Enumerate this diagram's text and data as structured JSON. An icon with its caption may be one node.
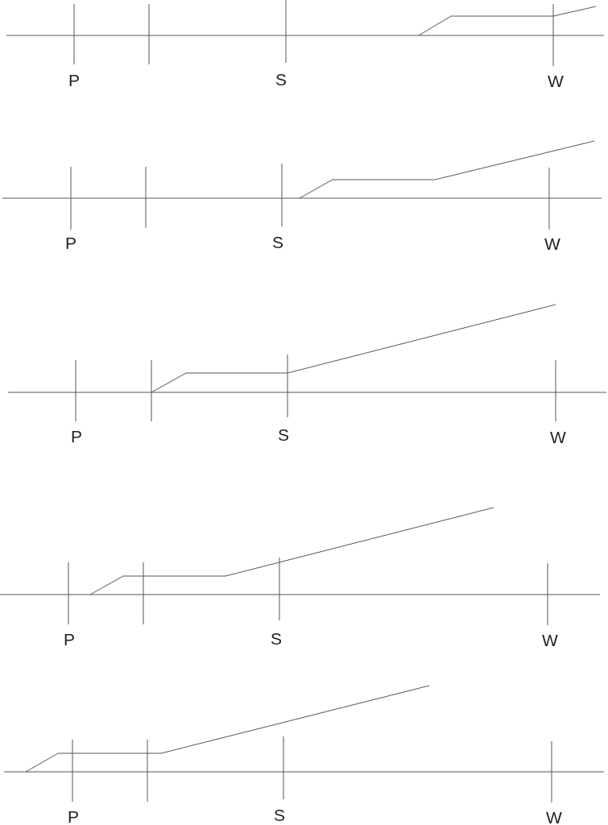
{
  "diagram": {
    "labels": [
      "P",
      "S",
      "W",
      "P",
      "S",
      "W",
      "P",
      "S",
      "W",
      "P",
      "S",
      "W",
      "P",
      "S",
      "W"
    ]
  }
}
